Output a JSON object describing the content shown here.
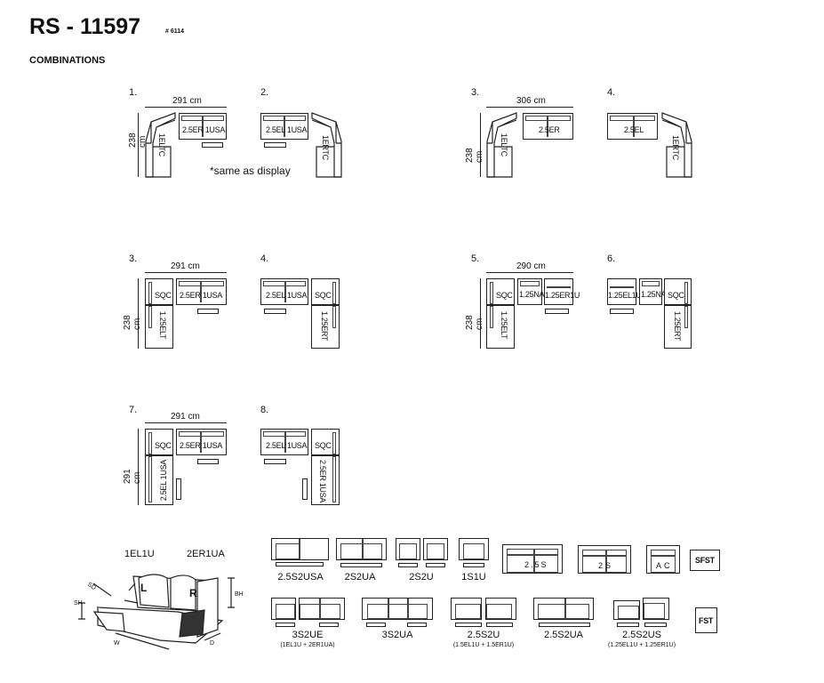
{
  "header": {
    "title": "RS - 11597",
    "ref": "# 6114",
    "section": "COMBINATIONS"
  },
  "combos": [
    {
      "num": "1.",
      "width": "291 cm",
      "depth": "238 cm",
      "corner": "1ELTC",
      "sofa": "2.5ER 1USA",
      "note": "*same as display"
    },
    {
      "num": "2.",
      "corner": "1ERTC",
      "sofa": "2.5EL 1USA"
    },
    {
      "num": "3.",
      "width": "306 cm",
      "depth": "238 cm",
      "corner": "1ELTC",
      "sofa": "2.5ER"
    },
    {
      "num": "4.",
      "corner": "1ERTC",
      "sofa": "2.5EL"
    },
    {
      "num": "3.",
      "width": "291 cm",
      "depth": "238 cm",
      "corner": "SQC",
      "sofa": "2.5ER 1USA",
      "lower": "1.25ELT"
    },
    {
      "num": "4.",
      "corner": "SQC",
      "sofa": "2.5EL 1USA",
      "lower": "1.25ERT"
    },
    {
      "num": "5.",
      "width": "290 cm",
      "depth": "238 cm",
      "corner": "SQC",
      "mid": "1.25NA",
      "sofa": "1.25ER1U",
      "lower": "1.25ELT"
    },
    {
      "num": "6.",
      "corner": "SQC",
      "mid": "1.25NA",
      "sofa": "1.25EL1U",
      "lower": "1.25ERT"
    },
    {
      "num": "7.",
      "width": "291 cm",
      "depth": "291 cm",
      "corner": "SQC",
      "sofa": "2.5ER 1USA",
      "lower": "2.5EL 1USA"
    },
    {
      "num": "8.",
      "corner": "SQC",
      "sofa": "2.5EL 1USA",
      "lower": "2.5ER 1USA"
    }
  ],
  "illustration": {
    "left_unit": "1EL1U",
    "right_unit": "2ER1UA",
    "left": "L",
    "right": "R",
    "sd": "SD",
    "sh": "SH",
    "bh": "BH",
    "w": "W",
    "d": "D"
  },
  "legend_row1": [
    {
      "label": "2.5S2USA"
    },
    {
      "label": "2S2UA"
    },
    {
      "label": "2S2U"
    },
    {
      "label": "1S1U"
    },
    {
      "label": "2.5S"
    },
    {
      "label": "2S"
    },
    {
      "label": "AC"
    },
    {
      "label": "SFST"
    }
  ],
  "legend_row2": [
    {
      "label": "3S2UE",
      "sub": "(1EL1U + 2ER1UA)"
    },
    {
      "label": "3S2UA"
    },
    {
      "label": "2.5S2U",
      "sub": "(1.5EL1U + 1.5ER1U)"
    },
    {
      "label": "2.5S2UA"
    },
    {
      "label": "2.5S2US",
      "sub": "(1.25EL1U + 1.25ER1U)"
    },
    {
      "label": "FST"
    }
  ]
}
